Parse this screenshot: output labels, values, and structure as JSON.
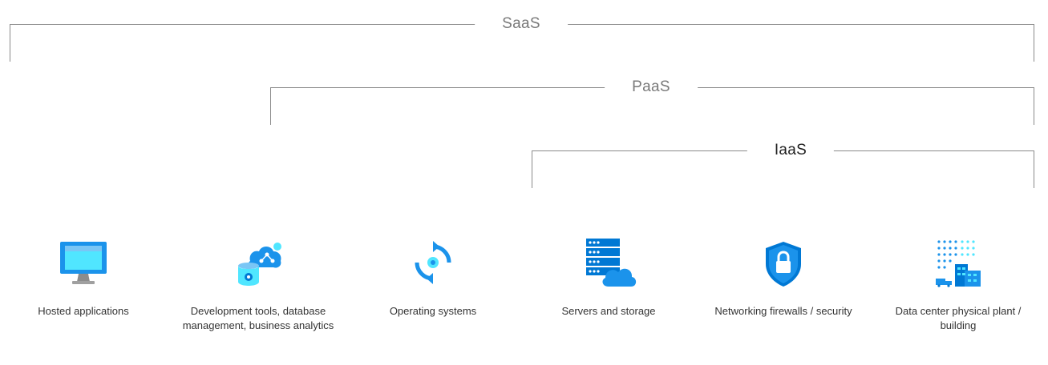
{
  "brackets": {
    "saas": "SaaS",
    "paas": "PaaS",
    "iaas": "IaaS"
  },
  "items": [
    {
      "icon": "monitor-icon",
      "label": "Hosted applications"
    },
    {
      "icon": "database-cloud-icon",
      "label": "Development tools, database management, business analytics"
    },
    {
      "icon": "refresh-gear-icon",
      "label": "Operating systems"
    },
    {
      "icon": "server-cloud-icon",
      "label": "Servers and storage"
    },
    {
      "icon": "shield-lock-icon",
      "label": "Networking firewalls / security"
    },
    {
      "icon": "datacenter-building-icon",
      "label": "Data center physical plant / building"
    }
  ],
  "colors": {
    "primary_blue": "#0078d4",
    "light_blue": "#50e6ff",
    "mid_blue": "#1b93eb",
    "line_gray": "#8a8a8a"
  }
}
